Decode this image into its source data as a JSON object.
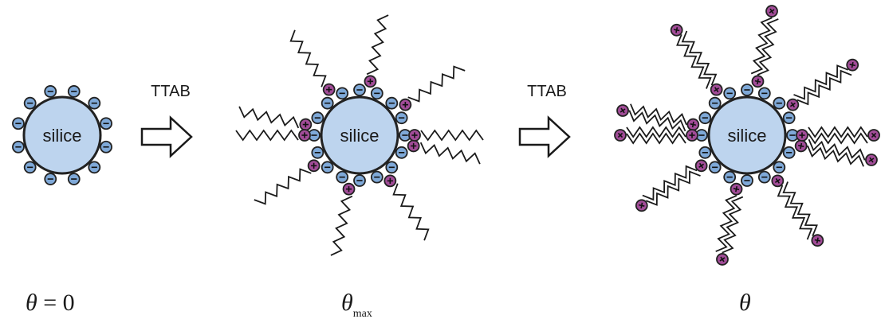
{
  "colors": {
    "sphere_fill": "#bdd4ee",
    "sphere_stroke": "#222222",
    "anion_fill": "#7fa9d8",
    "cation_fill": "#a24c98",
    "chain_stroke": "#1a1a1a"
  },
  "panels": [
    {
      "sphere_label": "silice",
      "theta_symbol": "θ",
      "theta_suffix": " = 0",
      "theta_subscript": ""
    },
    {
      "sphere_label": "silice",
      "theta_symbol": "θ",
      "theta_suffix": "",
      "theta_subscript": "max"
    },
    {
      "sphere_label": "silice",
      "theta_symbol": "θ",
      "theta_suffix": "",
      "theta_subscript": ""
    }
  ],
  "steps": [
    {
      "label": "TTAB"
    },
    {
      "label": "TTAB"
    }
  ]
}
